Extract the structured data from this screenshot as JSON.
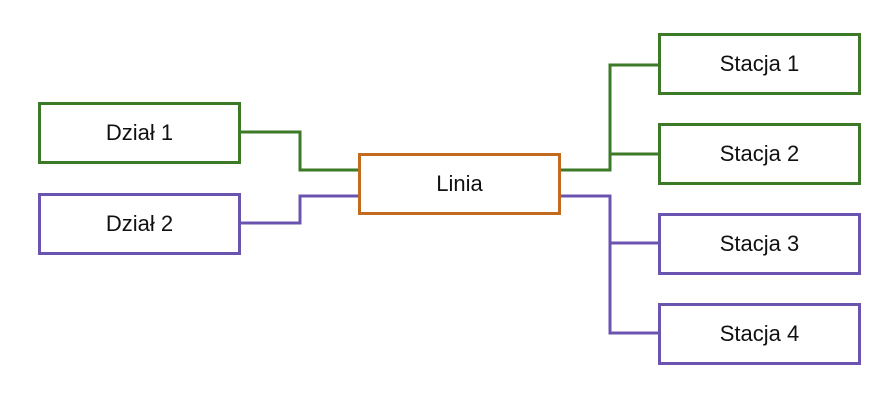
{
  "nodes": {
    "dzial1": "Dział 1",
    "dzial2": "Dział 2",
    "linia": "Linia",
    "stacja1": "Stacja 1",
    "stacja2": "Stacja 2",
    "stacja3": "Stacja 3",
    "stacja4": "Stacja 4"
  },
  "colors": {
    "green": "#3d7a27",
    "purple": "#6b54b0",
    "orange": "#c46a1f"
  }
}
